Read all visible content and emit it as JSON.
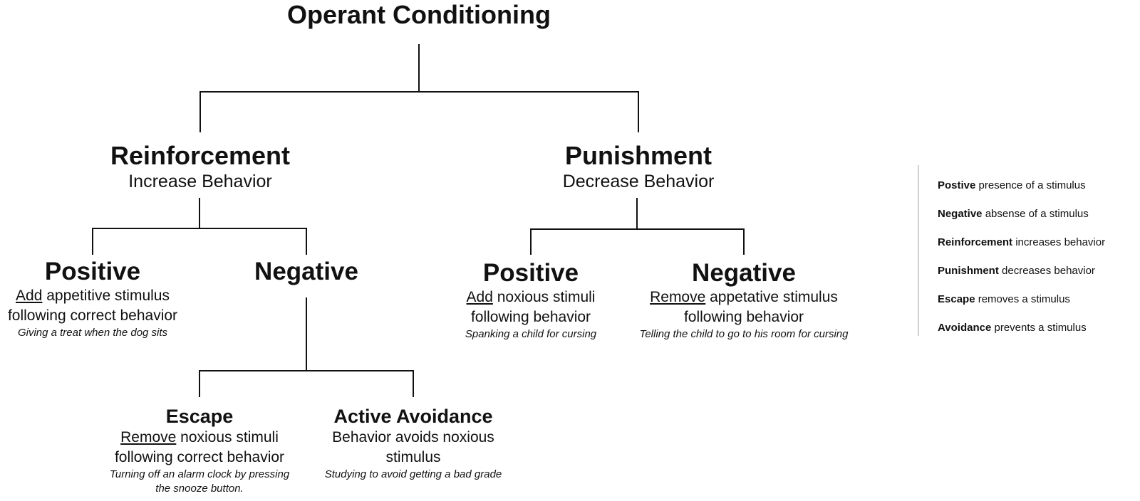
{
  "root": {
    "title": "Operant Conditioning"
  },
  "reinforcement": {
    "title": "Reinforcement",
    "subtitle": "Increase Behavior",
    "positive": {
      "title": "Positive",
      "action": "Add",
      "desc_rest": " appetitive stimulus",
      "desc_line2": "following correct behavior",
      "example": "Giving a treat when the dog sits"
    },
    "negative": {
      "title": "Negative",
      "escape": {
        "title": "Escape",
        "action": "Remove",
        "desc_rest": " noxious stimuli",
        "desc_line2": "following correct behavior",
        "example_line1": "Turning off an alarm clock by pressing",
        "example_line2": "the snooze button."
      },
      "avoidance": {
        "title": "Active Avoidance",
        "desc_line1": "Behavior avoids noxious",
        "desc_line2": "stimulus",
        "example": "Studying to avoid getting a bad grade"
      }
    }
  },
  "punishment": {
    "title": "Punishment",
    "subtitle": "Decrease Behavior",
    "positive": {
      "title": "Positive",
      "action": "Add",
      "desc_rest": " noxious stimuli",
      "desc_line2": "following behavior",
      "example": "Spanking a child for cursing"
    },
    "negative": {
      "title": "Negative",
      "action": "Remove",
      "desc_rest": " appetative stimulus",
      "desc_line2": "following behavior",
      "example": "Telling the child to go to his room for cursing"
    }
  },
  "legend": [
    {
      "term": "Postive",
      "definition": " presence of a stimulus"
    },
    {
      "term": "Negative",
      "definition": " absense of a stimulus"
    },
    {
      "term": "Reinforcement",
      "definition": " increases behavior"
    },
    {
      "term": "Punishment",
      "definition": " decreases behavior"
    },
    {
      "term": "Escape",
      "definition": " removes a stimulus"
    },
    {
      "term": "Avoidance",
      "definition": " prevents a stimulus"
    }
  ]
}
